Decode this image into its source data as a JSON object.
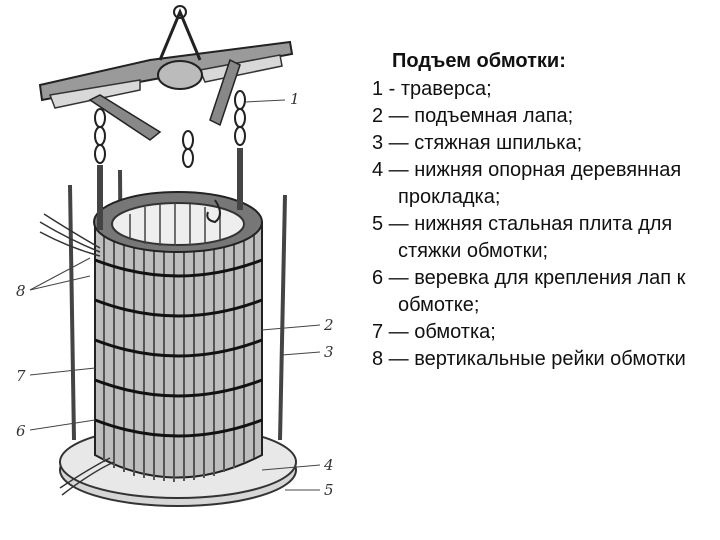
{
  "legend": {
    "title": "Подъем обмотки:",
    "items": [
      "1 - траверса;",
      "2 — подъемная лапа;",
      "3 — стяжная шпилька;",
      "4 — нижняя опорная деревянная прокладка;",
      "5 — нижняя стальная плита для стяжки обмотки;",
      "6 — веревка для крепления лап к обмотке;",
      "7 — обмотка;",
      "8 — вертикальные рейки обмотки"
    ]
  },
  "callouts": [
    "1",
    "2",
    "3",
    "4",
    "5",
    "6",
    "7",
    "8"
  ]
}
